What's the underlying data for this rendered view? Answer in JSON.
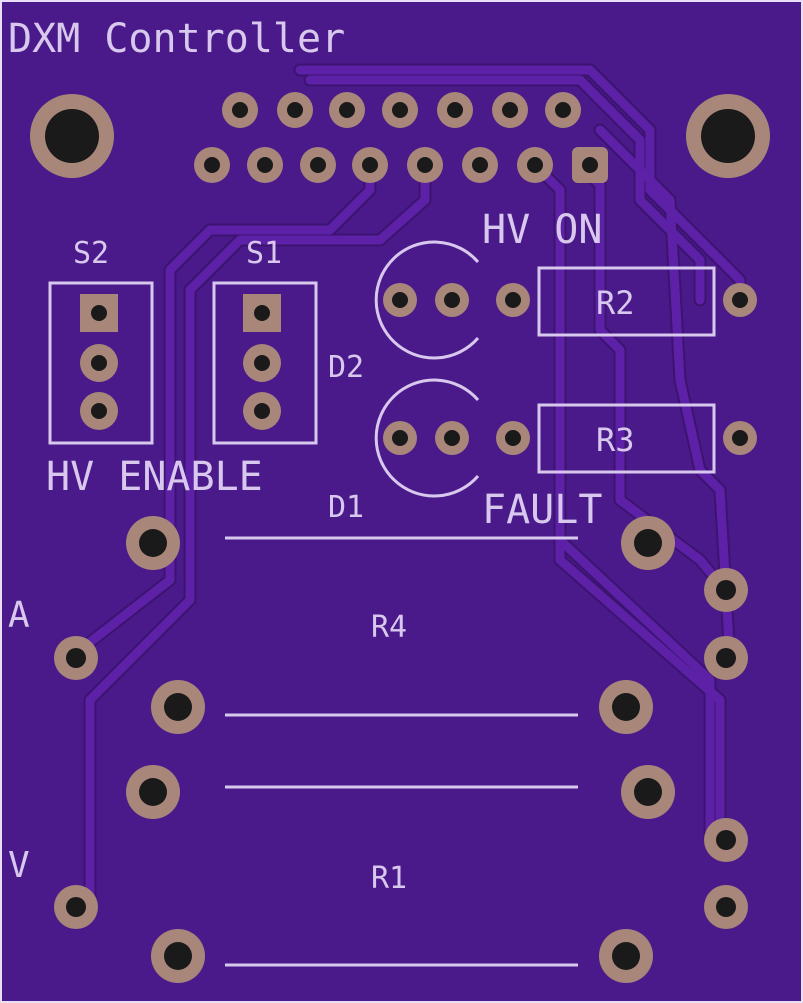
{
  "board": {
    "title": "DXM Controller",
    "colors": {
      "substrate": "#4a1a8a",
      "trace": "#5c21a6",
      "trace_edge": "#3c1470",
      "silkscreen": "#d9c8ee",
      "copper": "#a8867a",
      "drill": "#1a1a1a",
      "outline": "#e9ddf7"
    }
  },
  "labels": {
    "s2": "S2",
    "s1": "S1",
    "hv_enable": "HV ENABLE",
    "hv_on": "HV ON",
    "fault": "FAULT",
    "d2": "D2",
    "d1": "D1",
    "r2": "R2",
    "r3": "R3",
    "r4": "R4",
    "r1": "R1",
    "a": "A",
    "v": "V"
  }
}
